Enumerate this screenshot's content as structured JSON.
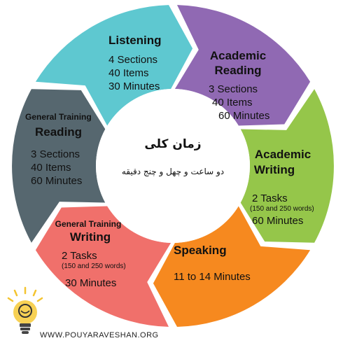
{
  "center": {
    "title": "زمان کلی",
    "subtitle": "دو ساعت و چهل و چنج دقیقه"
  },
  "segments": [
    {
      "key": "listening",
      "color": "#5ec8d0",
      "titles": [
        "Listening"
      ],
      "details": [
        "4 Sections",
        "40 Items",
        "30 Minutes"
      ]
    },
    {
      "key": "academic-reading",
      "color": "#9069b3",
      "titles": [
        "Academic",
        "Reading"
      ],
      "details": [
        "3 Sections",
        "40 Items",
        "60 Minutes"
      ]
    },
    {
      "key": "academic-writing",
      "color": "#95c64a",
      "titles": [
        "Academic",
        "Writing"
      ],
      "details": [
        "2 Tasks",
        "(150 and 250 words)",
        "60 Minutes"
      ]
    },
    {
      "key": "speaking",
      "color": "#f6891f",
      "titles": [
        "Speaking"
      ],
      "details": [
        "11 to 14 Minutes"
      ]
    },
    {
      "key": "general-writing",
      "color": "#f0706b",
      "titles": [
        "General Training",
        "Writing"
      ],
      "details": [
        "2 Tasks",
        "(150 and 250 words)",
        "30 Minutes"
      ]
    },
    {
      "key": "general-reading",
      "color": "#56676f",
      "titles": [
        "General Training",
        "Reading"
      ],
      "details": [
        "3 Sections",
        "40 Items",
        "60 Minutes"
      ]
    }
  ],
  "footer": {
    "website": "WWW.POUYARAVESHAN.ORG",
    "logo": "lightbulb-logo"
  }
}
